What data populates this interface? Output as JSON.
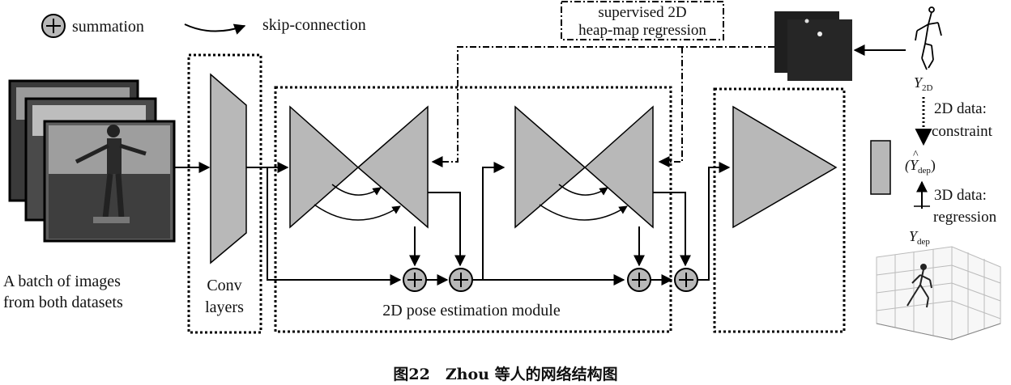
{
  "legend": {
    "summation_label": "summation",
    "skip_label": "skip-connection"
  },
  "input": {
    "line1": "A batch of images",
    "line2": "from both datasets"
  },
  "conv": {
    "line1": "Conv",
    "line2": "layers"
  },
  "module": {
    "label": "2D pose estimation module"
  },
  "supervision": {
    "line1": "supervised 2D",
    "line2": "heap-map regression"
  },
  "right_column": {
    "y2d": "Y",
    "y2d_sub": "2D",
    "data2d_line1": "2D data:",
    "data2d_line2": "constraint",
    "ydep_hat": "(Y",
    "ydep_hat_sub": "dep",
    "ydep_hat_close": ")",
    "data3d_line1": "3D data:",
    "data3d_line2": "regression",
    "ydep": "Y",
    "ydep_sub": "dep"
  },
  "caption": "图22　Zhou 等人的网络结构图",
  "colors": {
    "shape_fill": "#b8b8b8",
    "line": "#000000",
    "heatmap_bg": "#1f1f1f"
  }
}
